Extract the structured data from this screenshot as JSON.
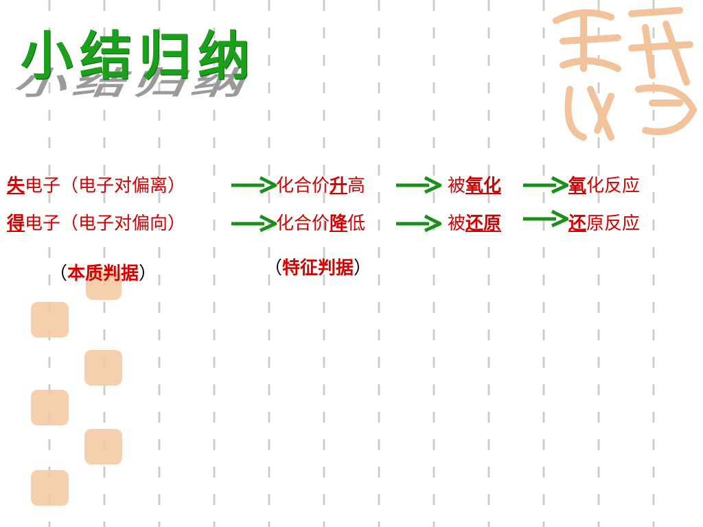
{
  "title": "小结归纳",
  "row1": {
    "part1": {
      "key": "失",
      "rest": "电子（电子对偏离）"
    },
    "part2": {
      "pre": "化合价",
      "key": "升",
      "post": "高"
    },
    "part3": {
      "pre": "被",
      "key": "氧化"
    },
    "part4": {
      "key": "氧",
      "post": "化反应"
    }
  },
  "row2": {
    "part1": {
      "key": "得",
      "rest": "电子（电子对偏向）"
    },
    "part2": {
      "pre": "化合价",
      "key": "降",
      "post": "低"
    },
    "part3": {
      "pre": "被",
      "key": "还原"
    },
    "part4": {
      "key": "还",
      "post": "原反应"
    }
  },
  "notes": {
    "left": {
      "open": "（",
      "text": "本质判据",
      "close": "）"
    },
    "right": {
      "open": "（",
      "text": "特征判据",
      "close": "）"
    }
  },
  "colors": {
    "text": "#d40000",
    "arrow": "#1a8f1a",
    "title": "#1aa01a",
    "seal": "#f3c7a0"
  }
}
